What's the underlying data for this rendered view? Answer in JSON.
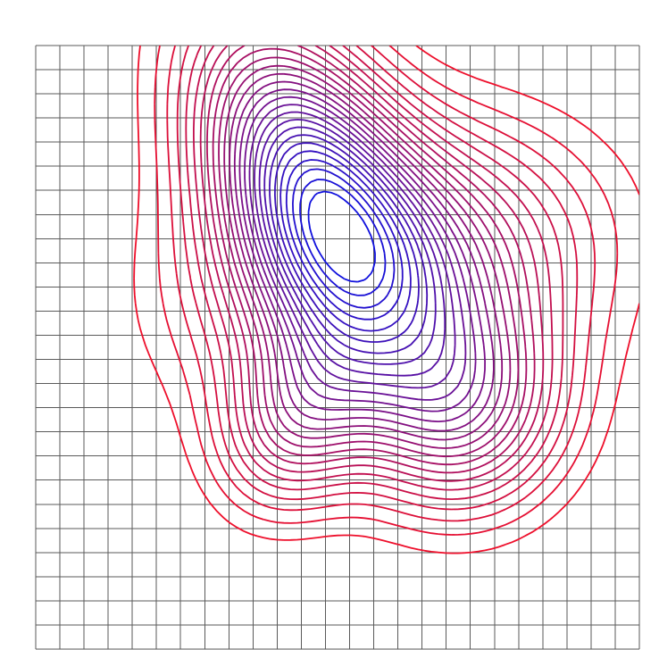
{
  "chart_data": {
    "type": "contour",
    "title": "",
    "xlabel": "",
    "ylabel": "",
    "grid": true,
    "grid_cols": 25,
    "grid_rows": 25,
    "x_range": [
      0,
      25
    ],
    "y_range": [
      0,
      25
    ],
    "levels": 26,
    "color_scale": {
      "low": "#1010dd",
      "high": "#ee0f2b"
    },
    "field": {
      "peaks": [
        {
          "x": 11.5,
          "y": 19.2,
          "sx": 3.2,
          "sy": 4.6,
          "rho": -0.45,
          "amp": 1.0
        },
        {
          "x": 14.8,
          "y": 15.8,
          "sx": 5.2,
          "sy": 3.8,
          "rho": 0.15,
          "amp": 0.62
        },
        {
          "x": 17.5,
          "y": 10.0,
          "sx": 3.0,
          "sy": 3.0,
          "rho": 0.0,
          "amp": 0.55
        },
        {
          "x": 10.8,
          "y": 9.5,
          "sx": 2.2,
          "sy": 2.6,
          "rho": 0.2,
          "amp": 0.42
        }
      ],
      "outer_threshold": 0.08
    }
  }
}
